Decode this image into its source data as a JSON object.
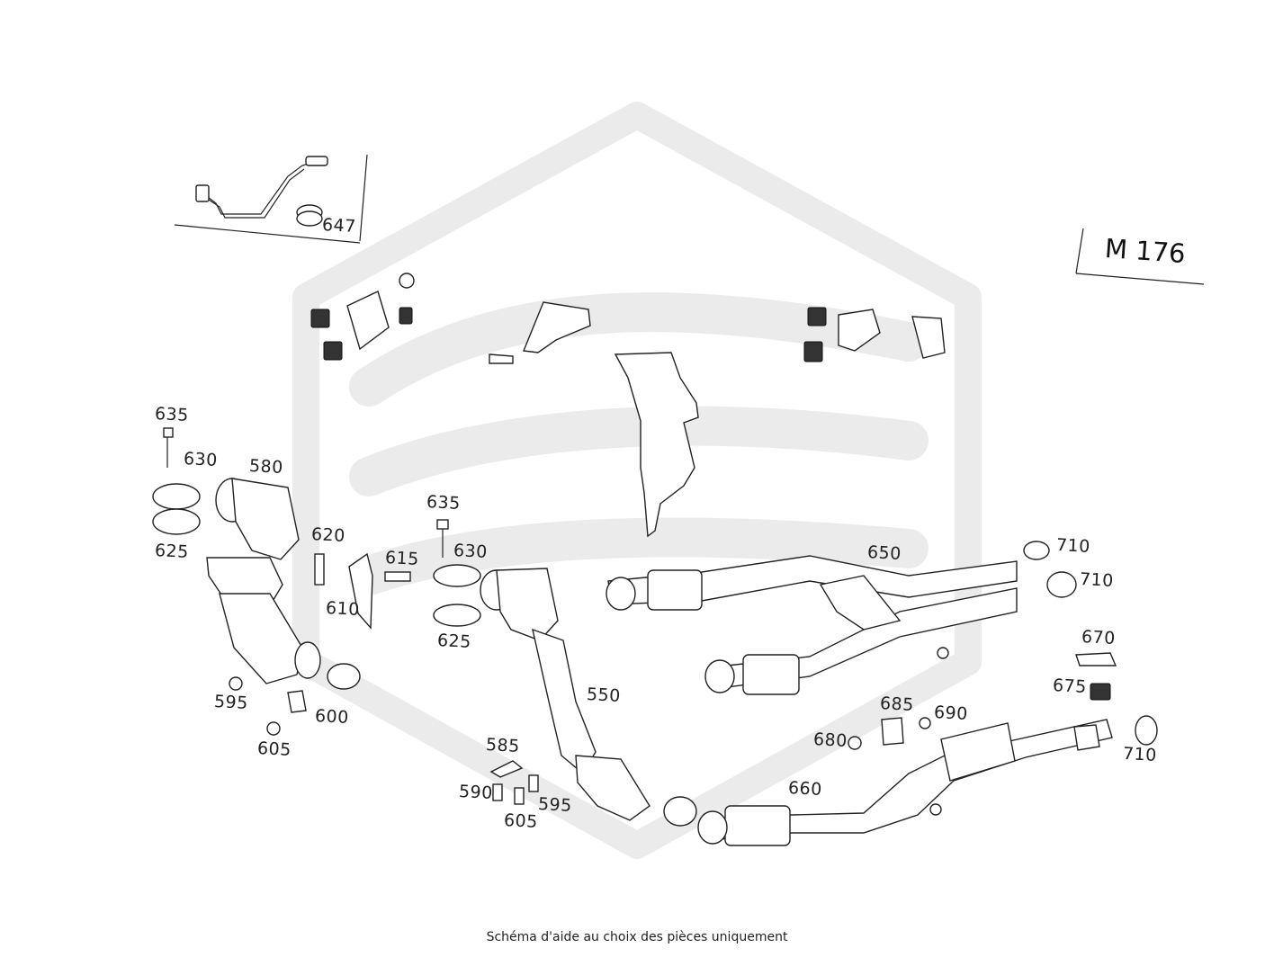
{
  "engine_code": "M 176",
  "caption": "Schéma d'aide au choix des pièces uniquement",
  "watermark": {
    "color": "#e9e9e9",
    "icon": "brand-hexagon-logo"
  },
  "callouts": [
    "647",
    "635",
    "630",
    "580",
    "625",
    "620",
    "615",
    "610",
    "635",
    "630",
    "625",
    "595",
    "600",
    "605",
    "550",
    "650",
    "710",
    "710",
    "670",
    "675",
    "685",
    "690",
    "680",
    "710",
    "585",
    "590",
    "595",
    "605",
    "660"
  ]
}
